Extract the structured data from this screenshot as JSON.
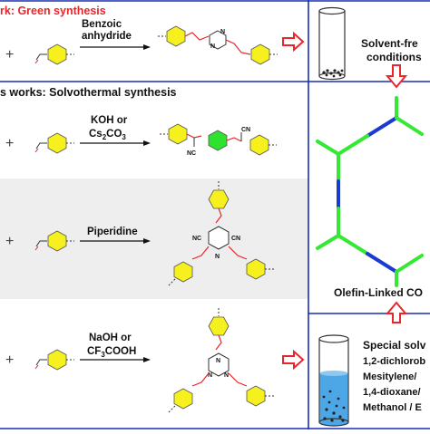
{
  "sections": {
    "green_header": "rk: Green synthesis",
    "previous_header": "s works: Solvothermal synthesis"
  },
  "reactions": {
    "benzoic": {
      "line1": "Benzoic",
      "line2": "anhydride"
    },
    "koh": {
      "line1": "KOH or",
      "line2_main": "Cs",
      "line2_sub": "2",
      "line2_rest": "CO",
      "line2_sub2": "3"
    },
    "piperidine": {
      "label": "Piperidine"
    },
    "naoh": {
      "line1": "NaOH or",
      "line2_main": "CF",
      "line2_sub": "3",
      "line2_rest": "COOH"
    }
  },
  "atoms": {
    "N": "N",
    "CN": "CN",
    "NC": "NC"
  },
  "side_panel": {
    "solvent_free_line1": "Solvent-fre",
    "solvent_free_line2": "conditions",
    "olefin_label": "Olefin-Linked CO",
    "special_title": "Special solv",
    "solvents": [
      "1,2-dichlorob",
      "Mesitylene/",
      "1,4-dioxane/",
      "Methanol / E"
    ]
  },
  "colors": {
    "hexagon_yellow": "#f5f01e",
    "hexagon_green": "#2ee32e",
    "arrow_red": "#e8262b",
    "frame_blue": "#1a2fb4",
    "panel_gray": "#eeeeee",
    "cof_green": "#34e834",
    "cof_blue": "#1a3ad1",
    "solvent_blue": "#4da6e6"
  },
  "plus_sign": "+"
}
